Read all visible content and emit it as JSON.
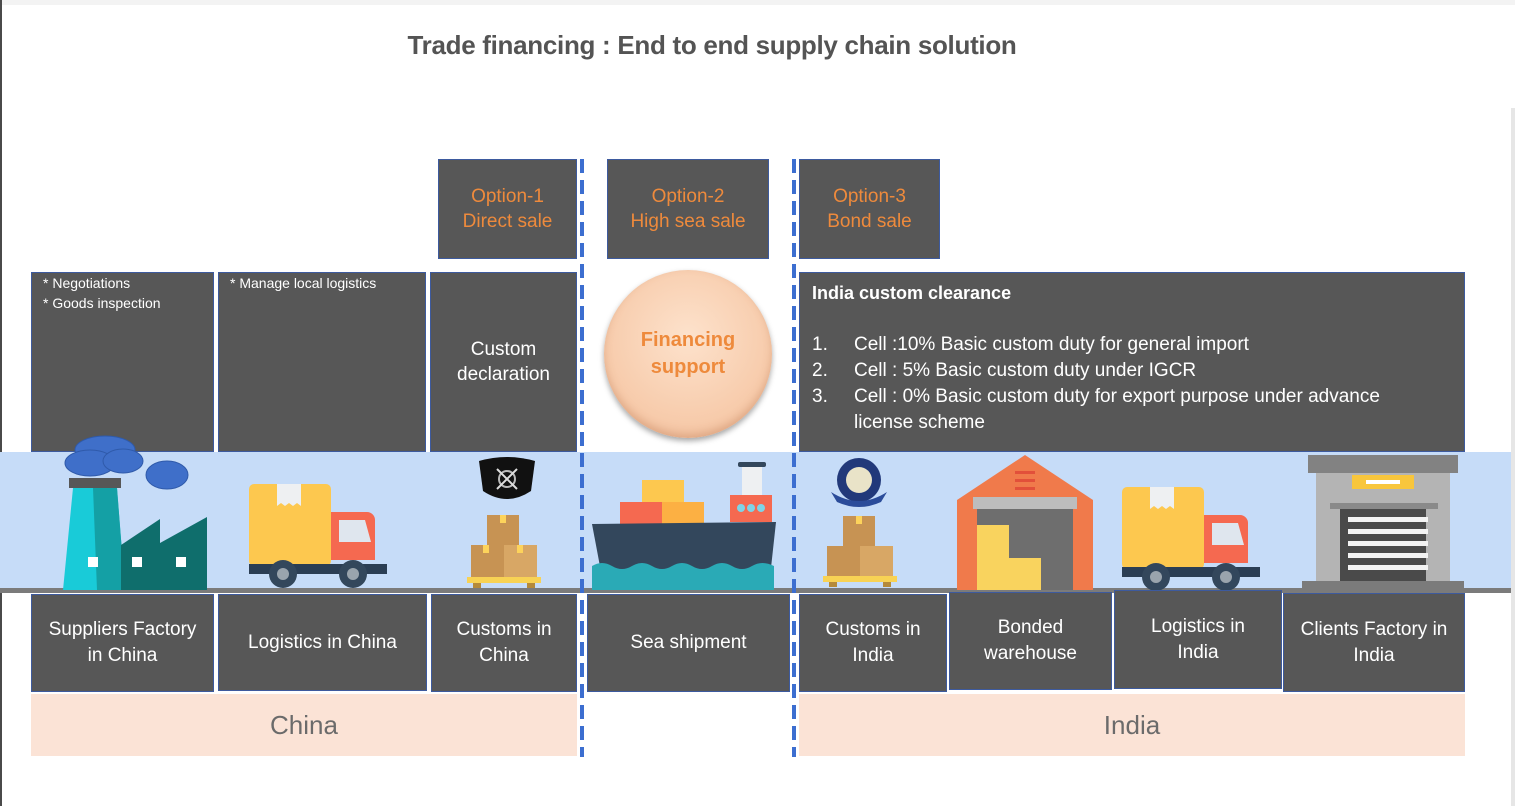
{
  "title": "Trade financing : End to end supply chain solution",
  "options": [
    {
      "line1": "Option-1",
      "line2": "Direct sale"
    },
    {
      "line1": "Option-2",
      "line2": "High sea sale"
    },
    {
      "line1": "Option-3",
      "line2": "Bond sale"
    }
  ],
  "tasks": {
    "supplier_bullets": [
      "* Negotiations",
      "* Goods inspection"
    ],
    "logistics_bullets": [
      "* Manage local logistics"
    ],
    "custom_declaration": {
      "line1": "Custom",
      "line2": "declaration"
    }
  },
  "financing": {
    "line1": "Financing",
    "line2": "support"
  },
  "india_clearance": {
    "heading": "India custom clearance",
    "items": [
      {
        "num": "1.",
        "text": "Cell :10% Basic custom duty for general import"
      },
      {
        "num": "2.",
        "text": "Cell : 5% Basic custom duty under IGCR"
      },
      {
        "num": "3.",
        "text": "Cell : 0% Basic custom duty for export purpose under advance license scheme"
      }
    ]
  },
  "stages": [
    {
      "line1": "Suppliers Factory",
      "line2": "in China",
      "icon": "factory-icon"
    },
    {
      "line1": "Logistics in China",
      "line2": "",
      "icon": "delivery-truck-icon"
    },
    {
      "line1": "Customs in",
      "line2": "China",
      "icon": "china-customs-boxes-icon"
    },
    {
      "line1": "Sea shipment",
      "line2": "",
      "icon": "cargo-ship-icon"
    },
    {
      "line1": "Customs in",
      "line2": "India",
      "icon": "india-customs-boxes-icon"
    },
    {
      "line1": "Bonded",
      "line2": "warehouse",
      "icon": "bonded-warehouse-icon"
    },
    {
      "line1": "Logistics in",
      "line2": "India",
      "icon": "delivery-truck-icon"
    },
    {
      "line1": "Clients Factory in",
      "line2": "India",
      "icon": "factory-warehouse-icon"
    }
  ],
  "regions": {
    "china": "China",
    "india": "India"
  },
  "colors": {
    "box": "#575757",
    "option_text": "#ee8a3c",
    "divider": "#3c6ed0",
    "band": "#c6dcf8",
    "region": "#fbe3d6"
  }
}
